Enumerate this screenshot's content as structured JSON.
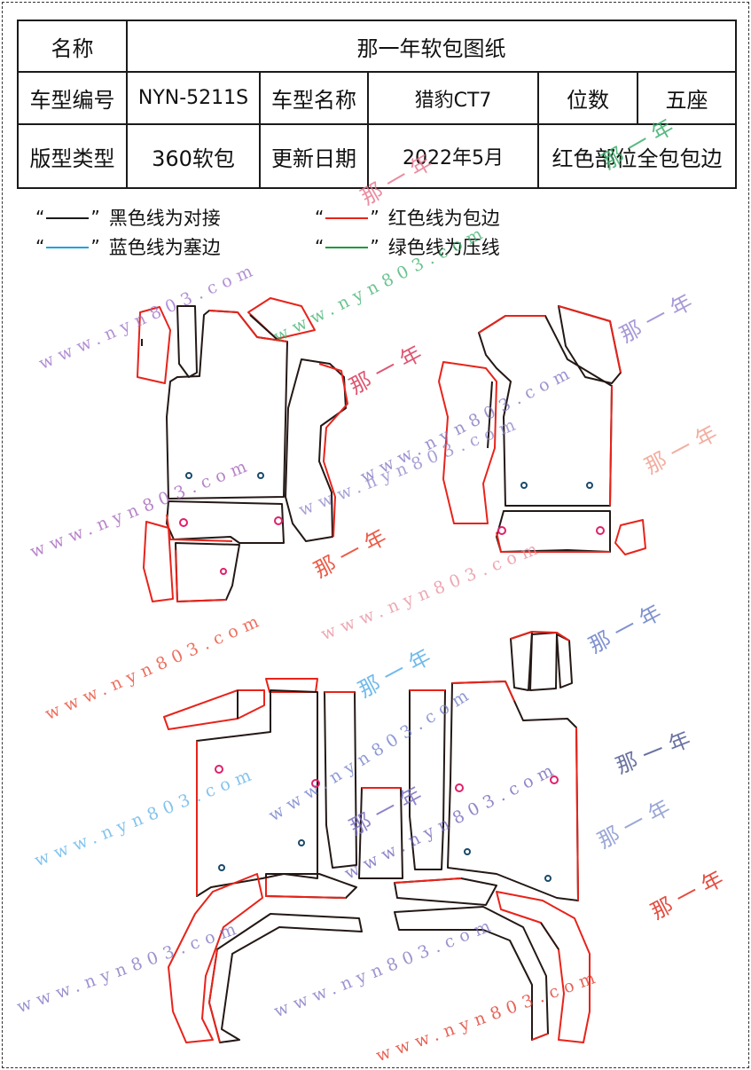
{
  "table": {
    "row1": {
      "label": "名称",
      "value": "那一年软包图纸"
    },
    "row2": {
      "label": "车型编号",
      "code": "NYN-5211S",
      "name_label": "车型名称",
      "name_value": "猎豹CT7",
      "seats_label": "位数",
      "seats_value": "五座"
    },
    "row3": {
      "label": "版型类型",
      "type_value": "360软包",
      "date_label": "更新日期",
      "date_value": "2022年5月",
      "note": "红色部位全包包边"
    }
  },
  "legend": {
    "open_quote": "“",
    "close_quote": "”",
    "items": [
      {
        "text": "黑色线为对接",
        "color": "#1a1a1a"
      },
      {
        "text": "红色线为包边",
        "color": "#e8231a"
      },
      {
        "text": "蓝色线为塞边",
        "color": "#1aa3e0"
      },
      {
        "text": "绿色线为压线",
        "color": "#1a9a3c"
      }
    ]
  },
  "watermarks": {
    "url": "www.nyn803.com",
    "brand": "那一年"
  },
  "colors": {
    "black_line": "#231815",
    "red_line": "#e8231a",
    "hole_red": "#e0206a",
    "hole_blue": "#1a4a6a"
  }
}
